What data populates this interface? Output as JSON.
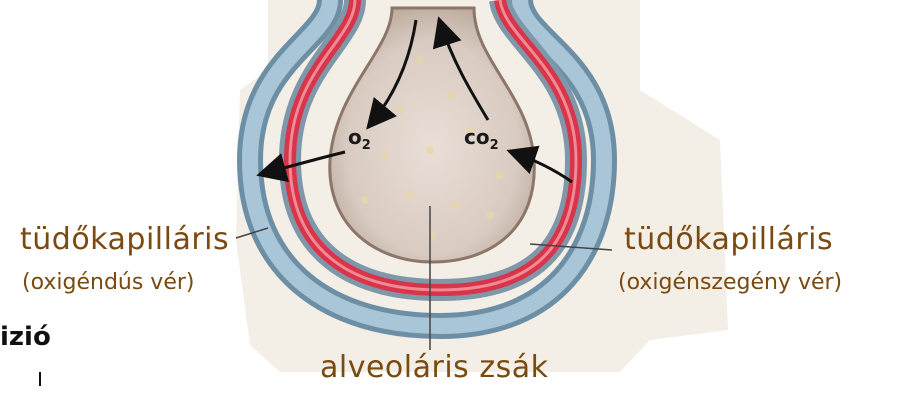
{
  "labels": {
    "left_title": "tüdőkapilláris",
    "left_sub": "(oxigéndús vér)",
    "right_title": "tüdőkapilláris",
    "right_sub": "(oxigénszegény vér)",
    "bottom": "alveoláris zsák",
    "left_fragment": "izió"
  },
  "gases": {
    "o2_base": "o",
    "o2_sub": "2",
    "co2_base": "co",
    "co2_sub": "2"
  },
  "colors": {
    "label_text": "#7a4a10",
    "artery_red": "#d8344a",
    "vessel_blue": "#8fb1c7",
    "sac_fill": "#dccfc6",
    "background_paper": "#f1ebe2"
  }
}
